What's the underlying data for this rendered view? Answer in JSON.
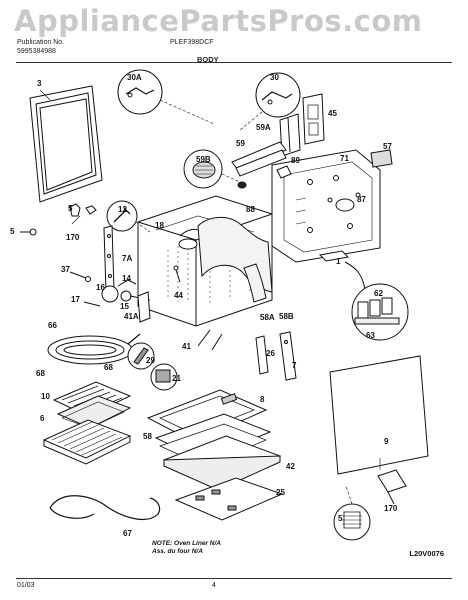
{
  "watermark": "AppliancePartsPros.com",
  "header": {
    "publication_label": "Publication No.",
    "publication_number": "5995384988",
    "model": "PLEF398DCF",
    "section": "BODY"
  },
  "callouts": {
    "c3": "3",
    "c5": "5",
    "c170a": "170",
    "c30a": "30A",
    "c30": "30",
    "c45": "45",
    "c59a": "59A",
    "c59": "59",
    "c59b": "59B",
    "c89": "89",
    "c71": "71",
    "c57": "57",
    "c87": "87",
    "c88": "88",
    "c12": "12",
    "c18": "18",
    "c7a": "7A",
    "c37": "37",
    "c14": "14",
    "c16": "16",
    "c17": "17",
    "c15": "15",
    "c44": "44",
    "c41a": "41A",
    "c58a": "58A",
    "c58b": "58B",
    "c1": "1",
    "c62": "62",
    "c63": "63",
    "c66": "66",
    "c68a": "68",
    "c68b": "68",
    "c29": "29",
    "c21": "21",
    "c41": "41",
    "c26": "26",
    "c7": "7",
    "c10": "10",
    "c6": "6",
    "c8": "8",
    "c58": "58",
    "c42": "42",
    "c25": "25",
    "c67": "67",
    "c9": "9",
    "c5b": "5",
    "c170b": "170"
  },
  "note": {
    "line1": "NOTE: Oven Liner N/A",
    "line2": "Ass. du four N/A"
  },
  "diagram_code": "L20V0076",
  "footer": {
    "date": "01/03",
    "page": "4"
  }
}
